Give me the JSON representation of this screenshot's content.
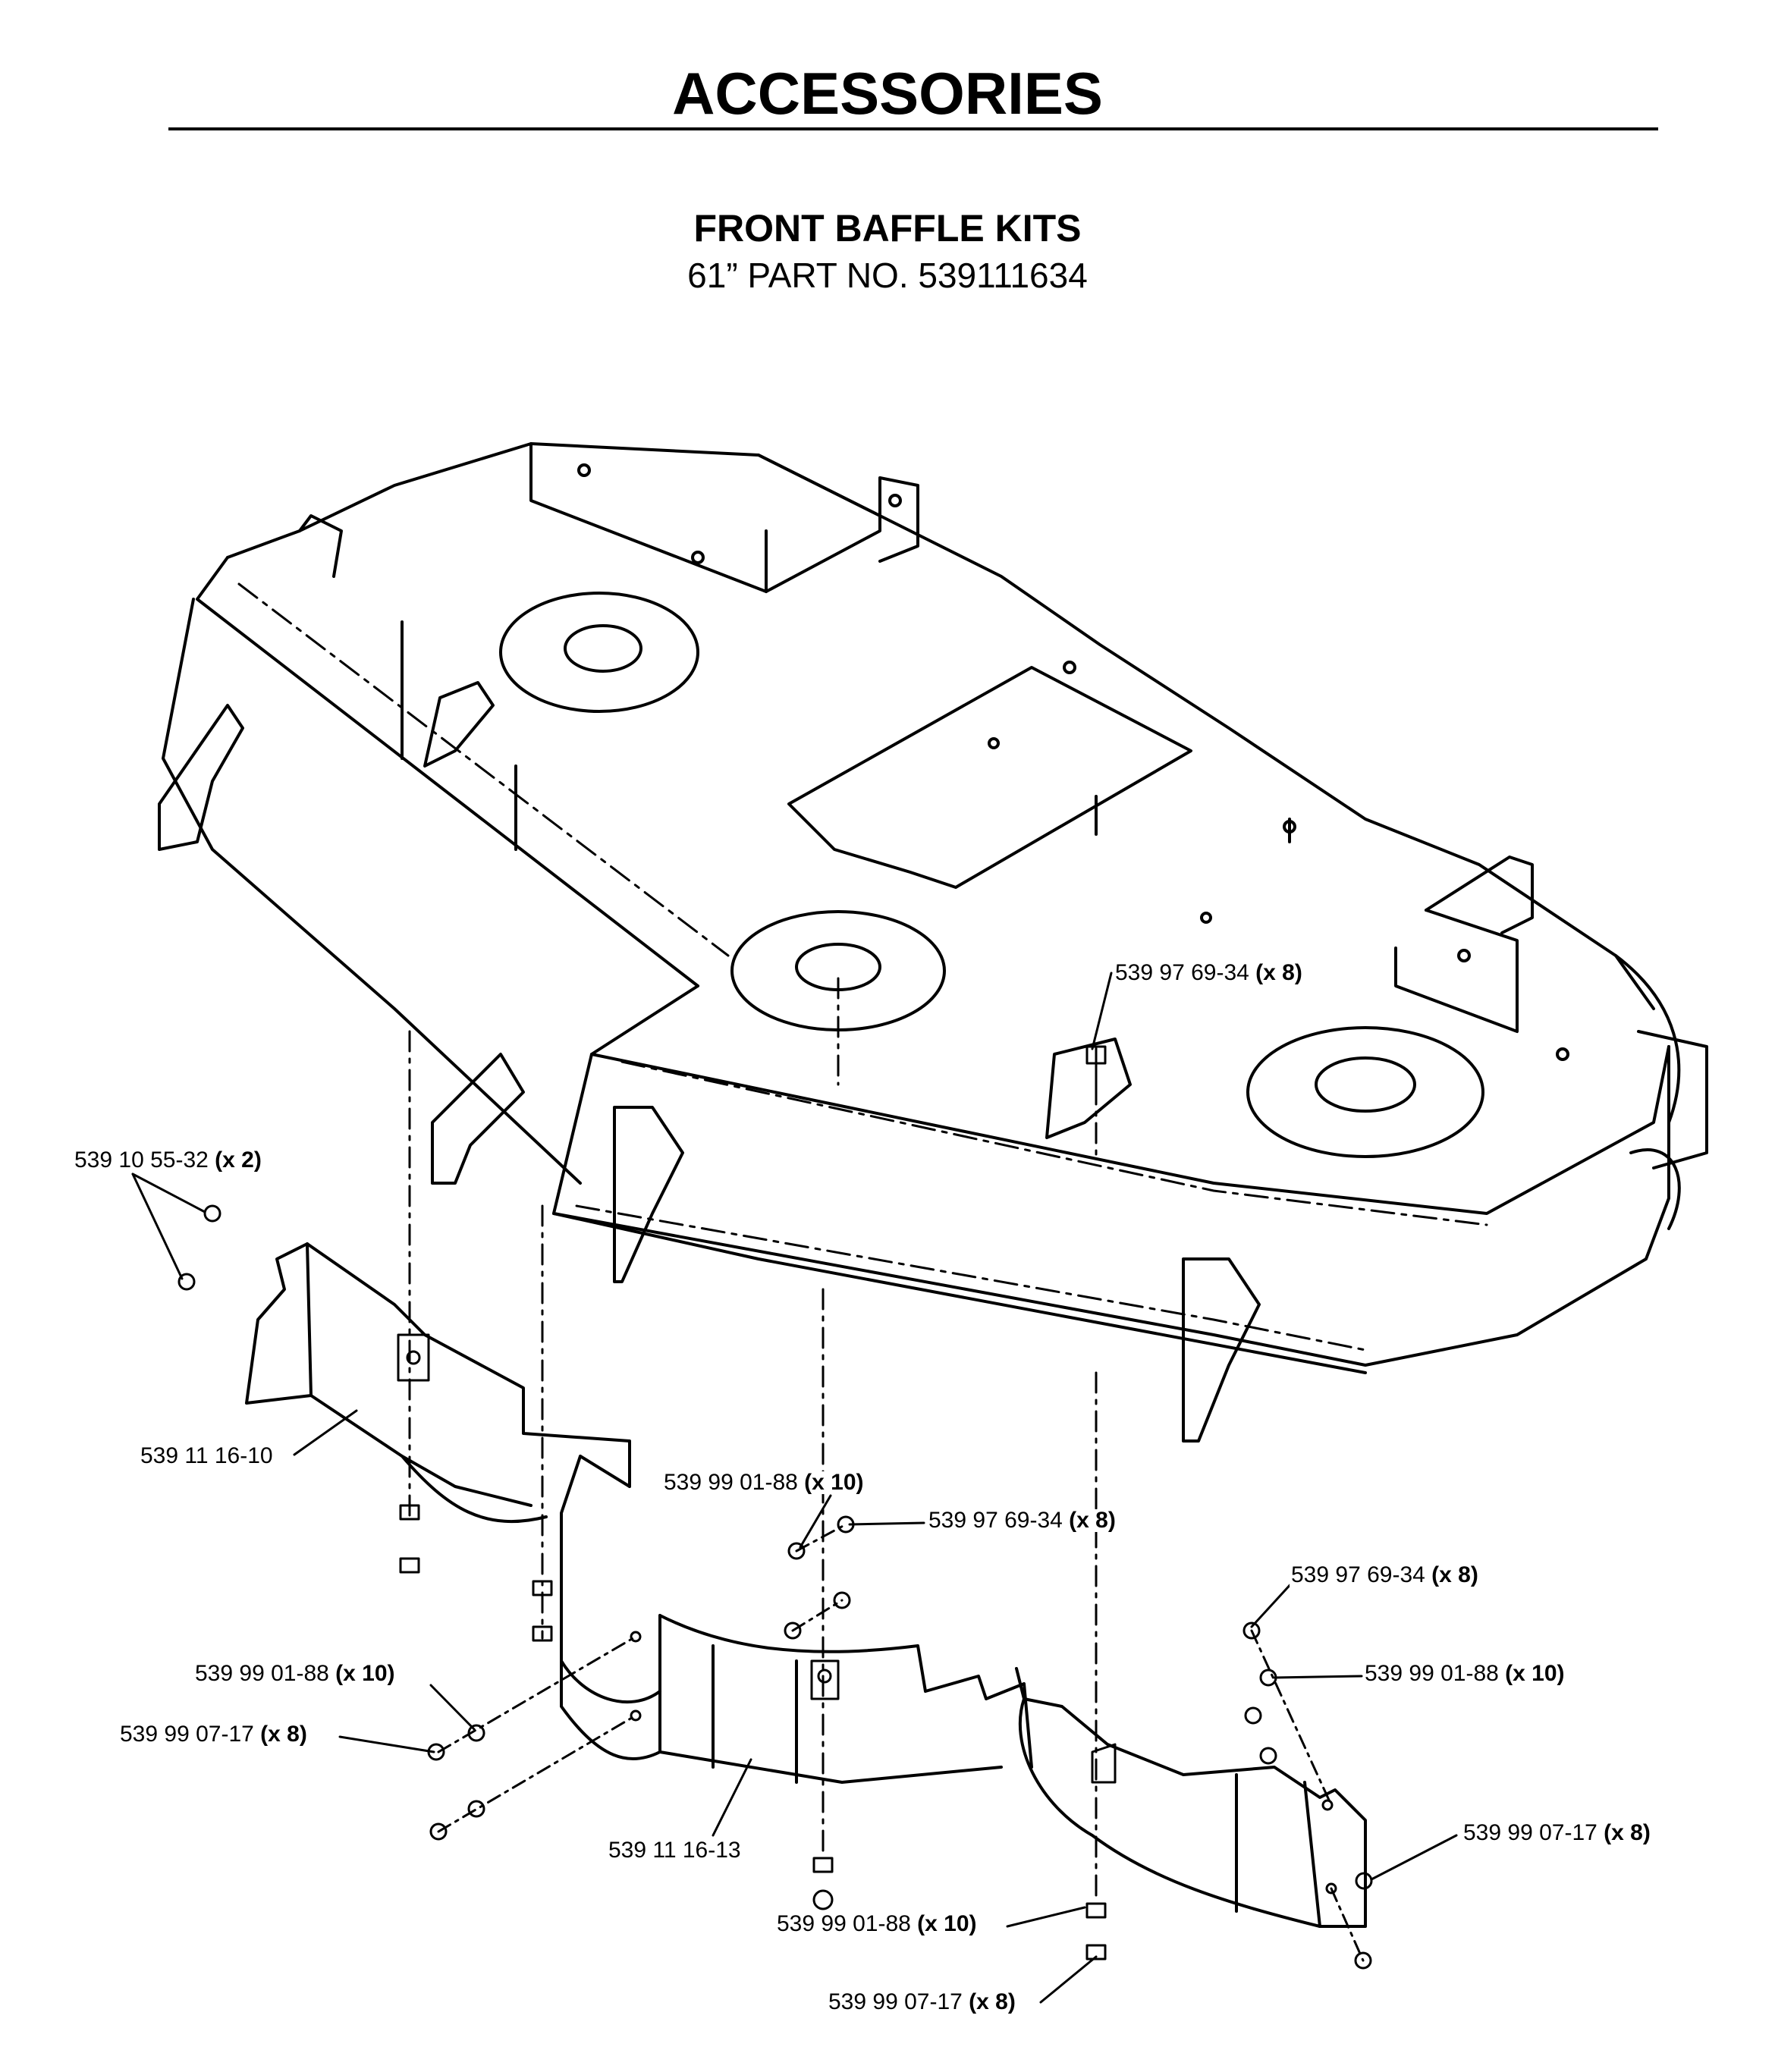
{
  "header": {
    "title": "ACCESSORIES",
    "subtitle": "FRONT BAFFLE KITS",
    "part_number_line": "61” PART NO. 539111634"
  },
  "callouts": [
    {
      "part": "539 10 55-32",
      "qty": "(x 2)"
    },
    {
      "part": "539 97 69-34",
      "qty": "(x 8)"
    },
    {
      "part": "539 11 16-10",
      "qty": ""
    },
    {
      "part": "539 99 01-88",
      "qty": "(x 10)"
    },
    {
      "part": "539 97 69-34",
      "qty": "(x 8)"
    },
    {
      "part": "539 97 69-34",
      "qty": "(x 8)"
    },
    {
      "part": "539 99 01-88",
      "qty": "(x 10)"
    },
    {
      "part": "539 99 01-88",
      "qty": "(x 10)"
    },
    {
      "part": "539 99 07-17",
      "qty": "(x 8)"
    },
    {
      "part": "539 11 16-13",
      "qty": ""
    },
    {
      "part": "539 99 07-17",
      "qty": "(x 8)"
    },
    {
      "part": "539 99 01-88",
      "qty": "(x 10)"
    },
    {
      "part": "539 99 07-17",
      "qty": "(x 8)"
    }
  ]
}
